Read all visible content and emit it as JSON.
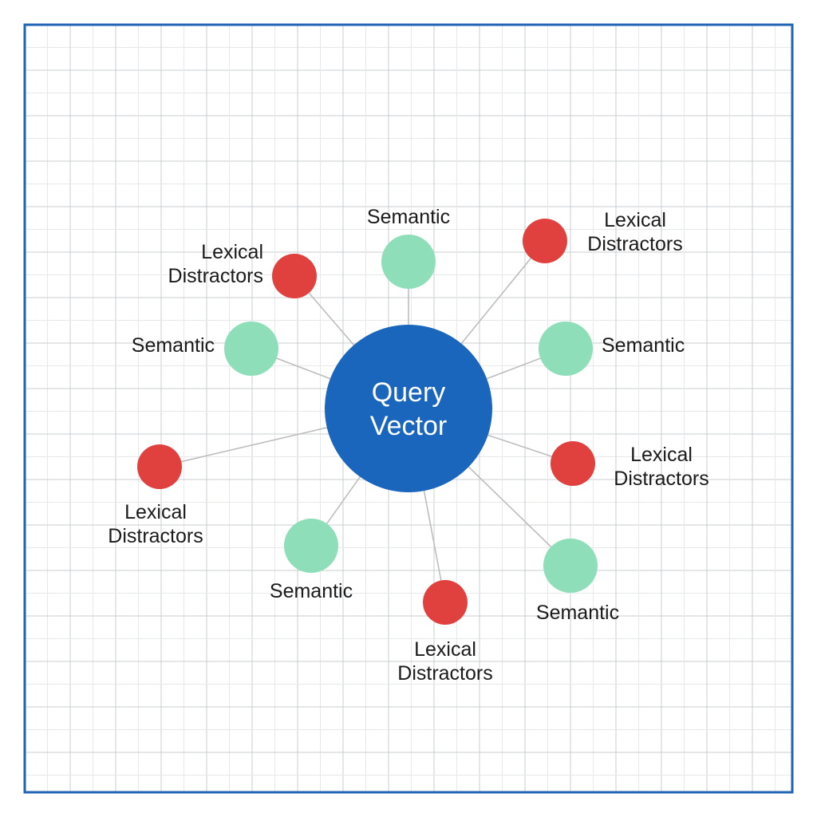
{
  "center": {
    "line1": "Query",
    "line2": "Vector",
    "color": "#1b66bd"
  },
  "colors": {
    "semantic": "#8edfb9",
    "lexical": "#e0413f",
    "frame": "#1f63b4",
    "grid_major": "#c9ccd0",
    "grid_minor": "#e6e8eb",
    "edge": "#bdbdbd"
  },
  "nodes": [
    {
      "kind": "lexical",
      "lines": [
        "Lexical",
        "Distractors"
      ]
    },
    {
      "kind": "semantic",
      "lines": [
        "Semantic"
      ]
    },
    {
      "kind": "lexical",
      "lines": [
        "Lexical",
        "Distractors"
      ]
    },
    {
      "kind": "semantic",
      "lines": [
        "Semantic"
      ]
    },
    {
      "kind": "semantic",
      "lines": [
        "Semantic"
      ]
    },
    {
      "kind": "lexical",
      "lines": [
        "Lexical",
        "Distractors"
      ]
    },
    {
      "kind": "lexical",
      "lines": [
        "Lexical",
        "Distractors"
      ]
    },
    {
      "kind": "semantic",
      "lines": [
        "Semantic"
      ]
    },
    {
      "kind": "lexical",
      "lines": [
        "Lexical",
        "Distractors"
      ]
    },
    {
      "kind": "semantic",
      "lines": [
        "Semantic"
      ]
    }
  ]
}
